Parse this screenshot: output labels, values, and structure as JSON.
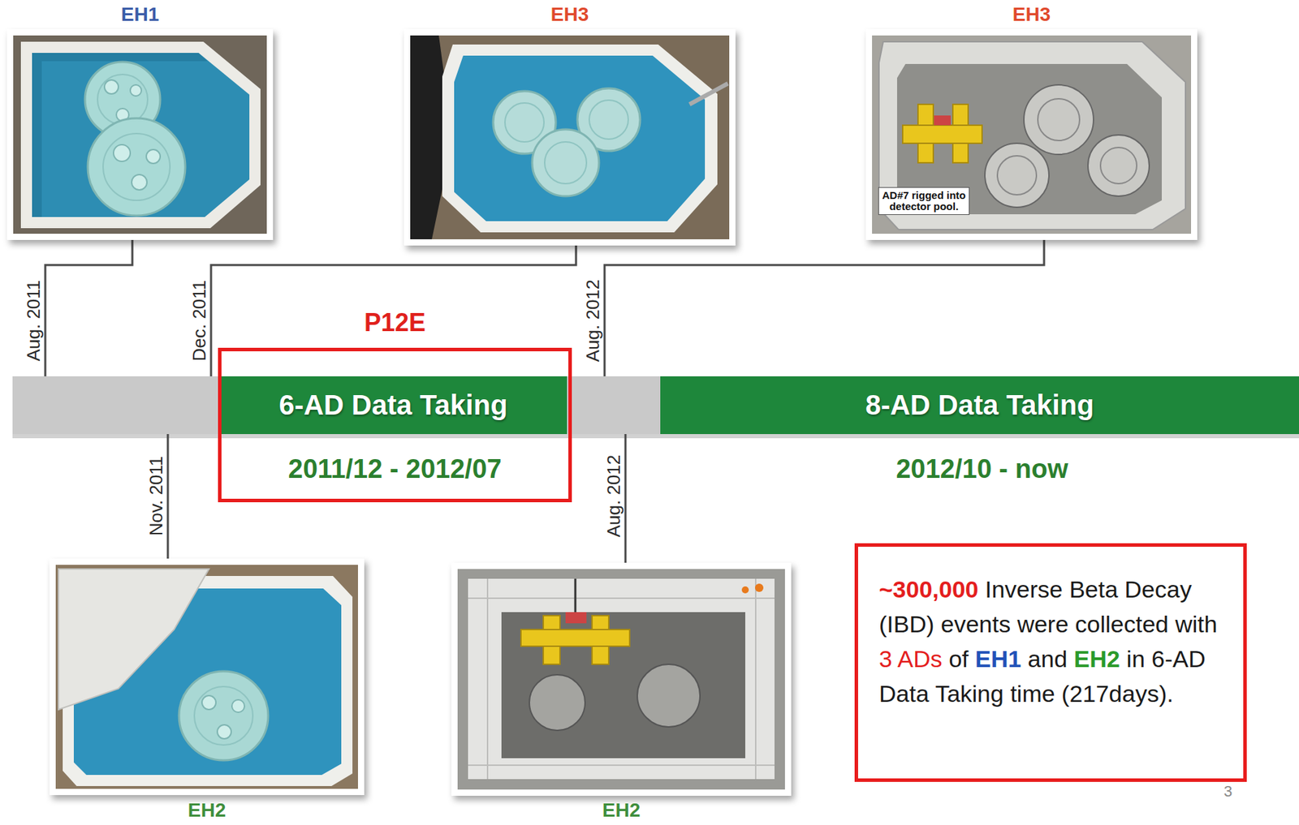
{
  "diagram": {
    "nodes": [
      {
        "text": [
          "EH1"
        ]
      },
      {
        "text": [
          "EH3"
        ]
      },
      {
        "text": [
          "EH3",
          "AD#7 rigged into detector pool."
        ]
      },
      {
        "text": [
          "P12E",
          "2011/12 - 2012/07"
        ]
      },
      {
        "text": [
          "6-AD Data Taking"
        ],
        "in": 3
      },
      {
        "text": [
          "8-AD Data Taking"
        ]
      },
      {
        "text": [
          "EH2"
        ]
      },
      {
        "text": [
          "EH2"
        ]
      },
      {
        "text": [
          "~300,000",
          "Inverse Beta Decay (IBD) events were collected with",
          "3 ADs",
          "of",
          "EH1",
          "and",
          "EH2",
          "in 6-AD Data Taking time (217days)."
        ]
      }
    ],
    "labels": [
      "Aug. 2011",
      "Dec. 2011",
      "Aug. 2012",
      "Nov. 2011",
      "Aug. 2012",
      "2012/10 - now",
      "3"
    ]
  }
}
